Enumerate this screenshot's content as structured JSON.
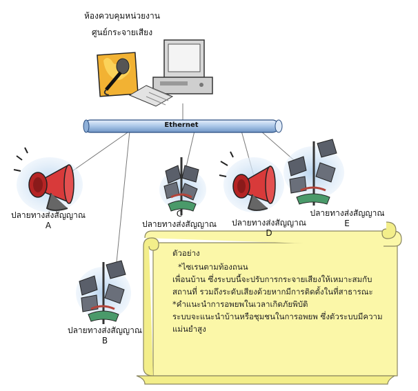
{
  "control_room": {
    "title_line1": "ห้องควบคุมหน่วยงาน",
    "title_line2": "ศูนย์กระจายเสียง"
  },
  "network": {
    "label": "Ethernet"
  },
  "endpoints": {
    "A": {
      "name": "ปลายทางส่งสัญญาณ",
      "letter": "A"
    },
    "B": {
      "name": "ปลายทางส่งสัญญาณ",
      "letter": "B"
    },
    "C": {
      "name": "ปลายทางส่งสัญญาณ",
      "letter": "C"
    },
    "D": {
      "name": "ปลายทางส่งสัญญาณ",
      "letter": "D"
    },
    "E": {
      "name": "ปลายทางส่งสัญญาณ",
      "letter": "E"
    }
  },
  "example_scroll": {
    "heading": "ตัวอย่าง",
    "item1_title": "*ไซเรนตามท้องถนน",
    "item1_line1": "เพื่อนบ้าน ซึ่งระบบนี้จะปรับการกระจายเสียงให้เหมาะสมกับ",
    "item1_line2": "สถานที่ รวมถึงระดับเสียงด้วยหากมีการติดตั้งในที่สาธารณะ",
    "item2_title": "*คำแนะนำการอพยพในเวลาเกิดภัยพิบัติ",
    "item2_line1": "ระบบจะแนะนำบ้านหรือชุมชนในการอพยพ ซึ่งตัวระบบมีความ",
    "item2_line2": "แม่นยำสูง"
  },
  "colors": {
    "scroll_fill": "#fbf7a8",
    "scroll_stroke": "#8a8660",
    "ethernet_fill": "#b9d2ee",
    "ethernet_stroke": "#2a4d80",
    "siren_red": "#d83a3a",
    "speaker_gray": "#5a5f6a"
  }
}
